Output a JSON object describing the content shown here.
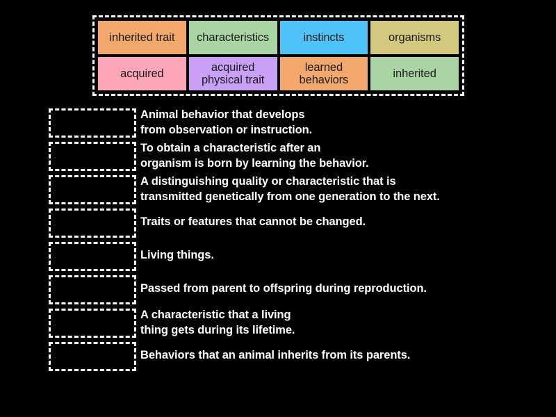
{
  "activity": {
    "type": "match-up",
    "background_color": "#000000",
    "text_color": "#ffffff",
    "dashed_border_color": "#ffffff"
  },
  "tile_bank": {
    "rows": [
      [
        {
          "label": "inherited trait",
          "color": "#F2A86B"
        },
        {
          "label": "characteristics",
          "color": "#A8D5A2"
        },
        {
          "label": "instincts",
          "color": "#4FC3F7"
        },
        {
          "label": "organisms",
          "color": "#D2C97E"
        }
      ],
      [
        {
          "label": "acquired",
          "color": "#FCA6B8"
        },
        {
          "label": "acquired\nphysical trait",
          "color": "#C9A0F5"
        },
        {
          "label": "learned\nbehaviors",
          "color": "#F2A86B"
        },
        {
          "label": "inherited",
          "color": "#A8D5A2"
        }
      ]
    ]
  },
  "answers": [
    {
      "definition": "Animal behavior that develops\nfrom observation or instruction.",
      "lines": 2,
      "drop_zone_value": ""
    },
    {
      "definition": "To obtain a characteristic after an\norganism is born by learning the behavior.",
      "lines": 2,
      "drop_zone_value": ""
    },
    {
      "definition": "A distinguishing quality or characteristic that is\ntransmitted genetically from one generation to the next.",
      "lines": 2,
      "drop_zone_value": ""
    },
    {
      "definition": "Traits or features that cannot be changed.",
      "lines": 1,
      "drop_zone_value": ""
    },
    {
      "definition": "Living things.",
      "lines": 1,
      "drop_zone_value": ""
    },
    {
      "definition": "Passed from parent to offspring during reproduction.",
      "lines": 1,
      "drop_zone_value": ""
    },
    {
      "definition": "A characteristic that a living\nthing gets during its lifetime.",
      "lines": 2,
      "drop_zone_value": ""
    },
    {
      "definition": "Behaviors that an animal inherits from its parents.",
      "lines": 1,
      "drop_zone_value": ""
    }
  ]
}
